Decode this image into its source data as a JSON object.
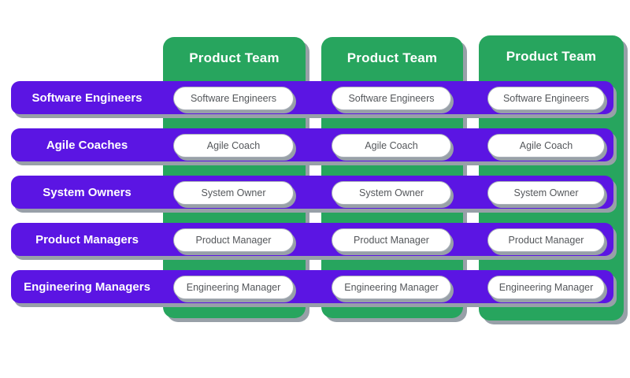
{
  "colors": {
    "purple": "#5B15E3",
    "green": "#27A55E",
    "shadow": "#98A0A8",
    "pill_text": "#54575B",
    "pill_border": "#AAB1B8",
    "text_on_color": "#FFFFFF",
    "background": "#FFFFFF"
  },
  "columns": [
    {
      "header": "Product Team"
    },
    {
      "header": "Product Team"
    },
    {
      "header": "Product Team"
    }
  ],
  "rows": [
    {
      "label": "Software Engineers",
      "pill": "Software Engineers"
    },
    {
      "label": "Agile Coaches",
      "pill": "Agile Coach"
    },
    {
      "label": "System Owners",
      "pill": "System Owner"
    },
    {
      "label": "Product Managers",
      "pill": "Product Manager"
    },
    {
      "label": "Engineering Managers",
      "pill": "Engineering Manager"
    }
  ]
}
